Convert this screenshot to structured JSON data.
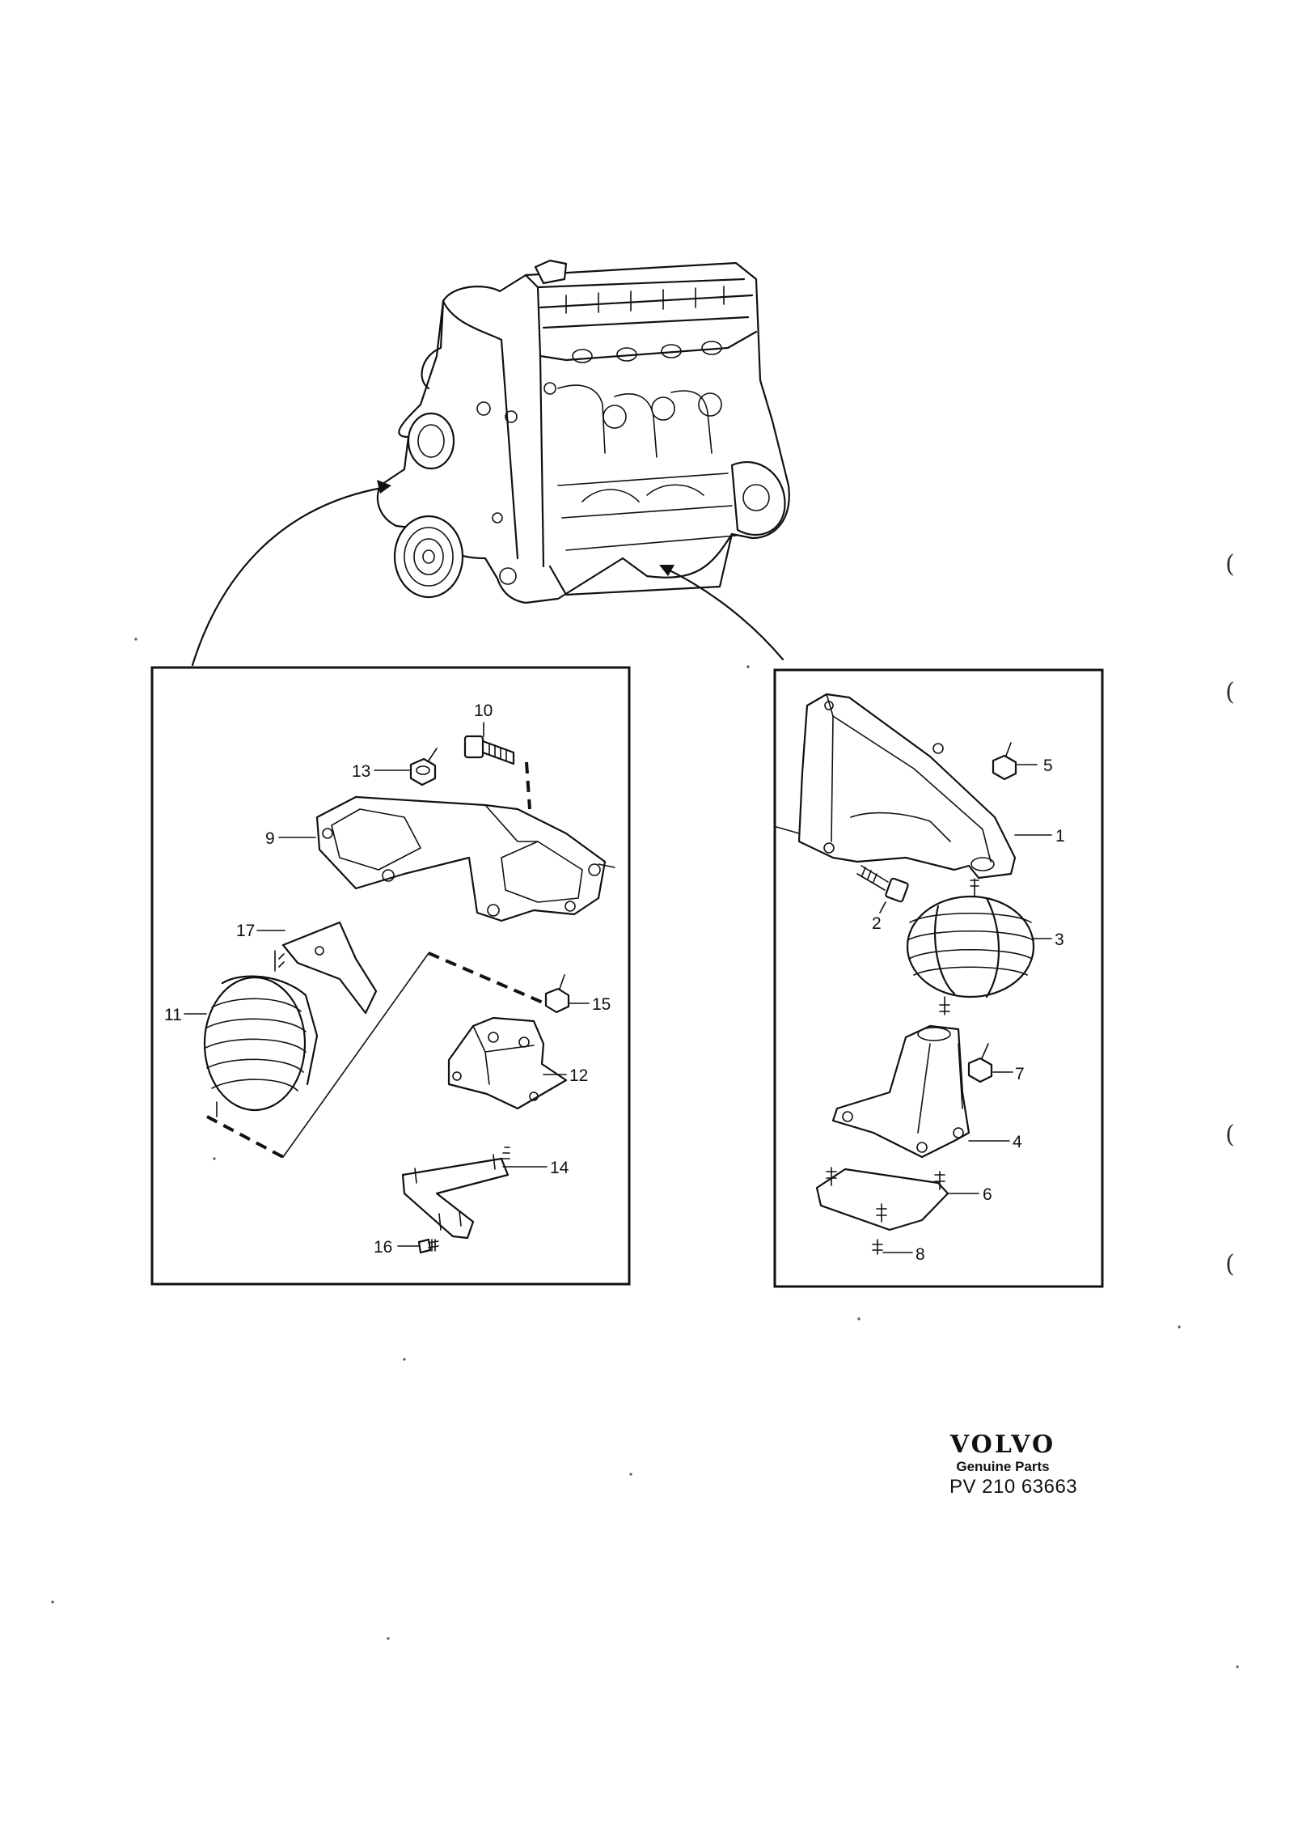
{
  "left_callouts": [
    {
      "n": "10"
    },
    {
      "n": "13"
    },
    {
      "n": "9"
    },
    {
      "n": "17"
    },
    {
      "n": "11"
    },
    {
      "n": "15"
    },
    {
      "n": "12"
    },
    {
      "n": "14"
    },
    {
      "n": "16"
    }
  ],
  "right_callouts": [
    {
      "n": "5"
    },
    {
      "n": "1"
    },
    {
      "n": "2"
    },
    {
      "n": "3"
    },
    {
      "n": "7"
    },
    {
      "n": "4"
    },
    {
      "n": "6"
    },
    {
      "n": "8"
    }
  ],
  "brand": {
    "logo": "VOLVO",
    "subtitle": "Genuine Parts",
    "code": "PV 210 63663"
  },
  "margin_marks": [
    "(",
    "(",
    "(",
    "("
  ]
}
